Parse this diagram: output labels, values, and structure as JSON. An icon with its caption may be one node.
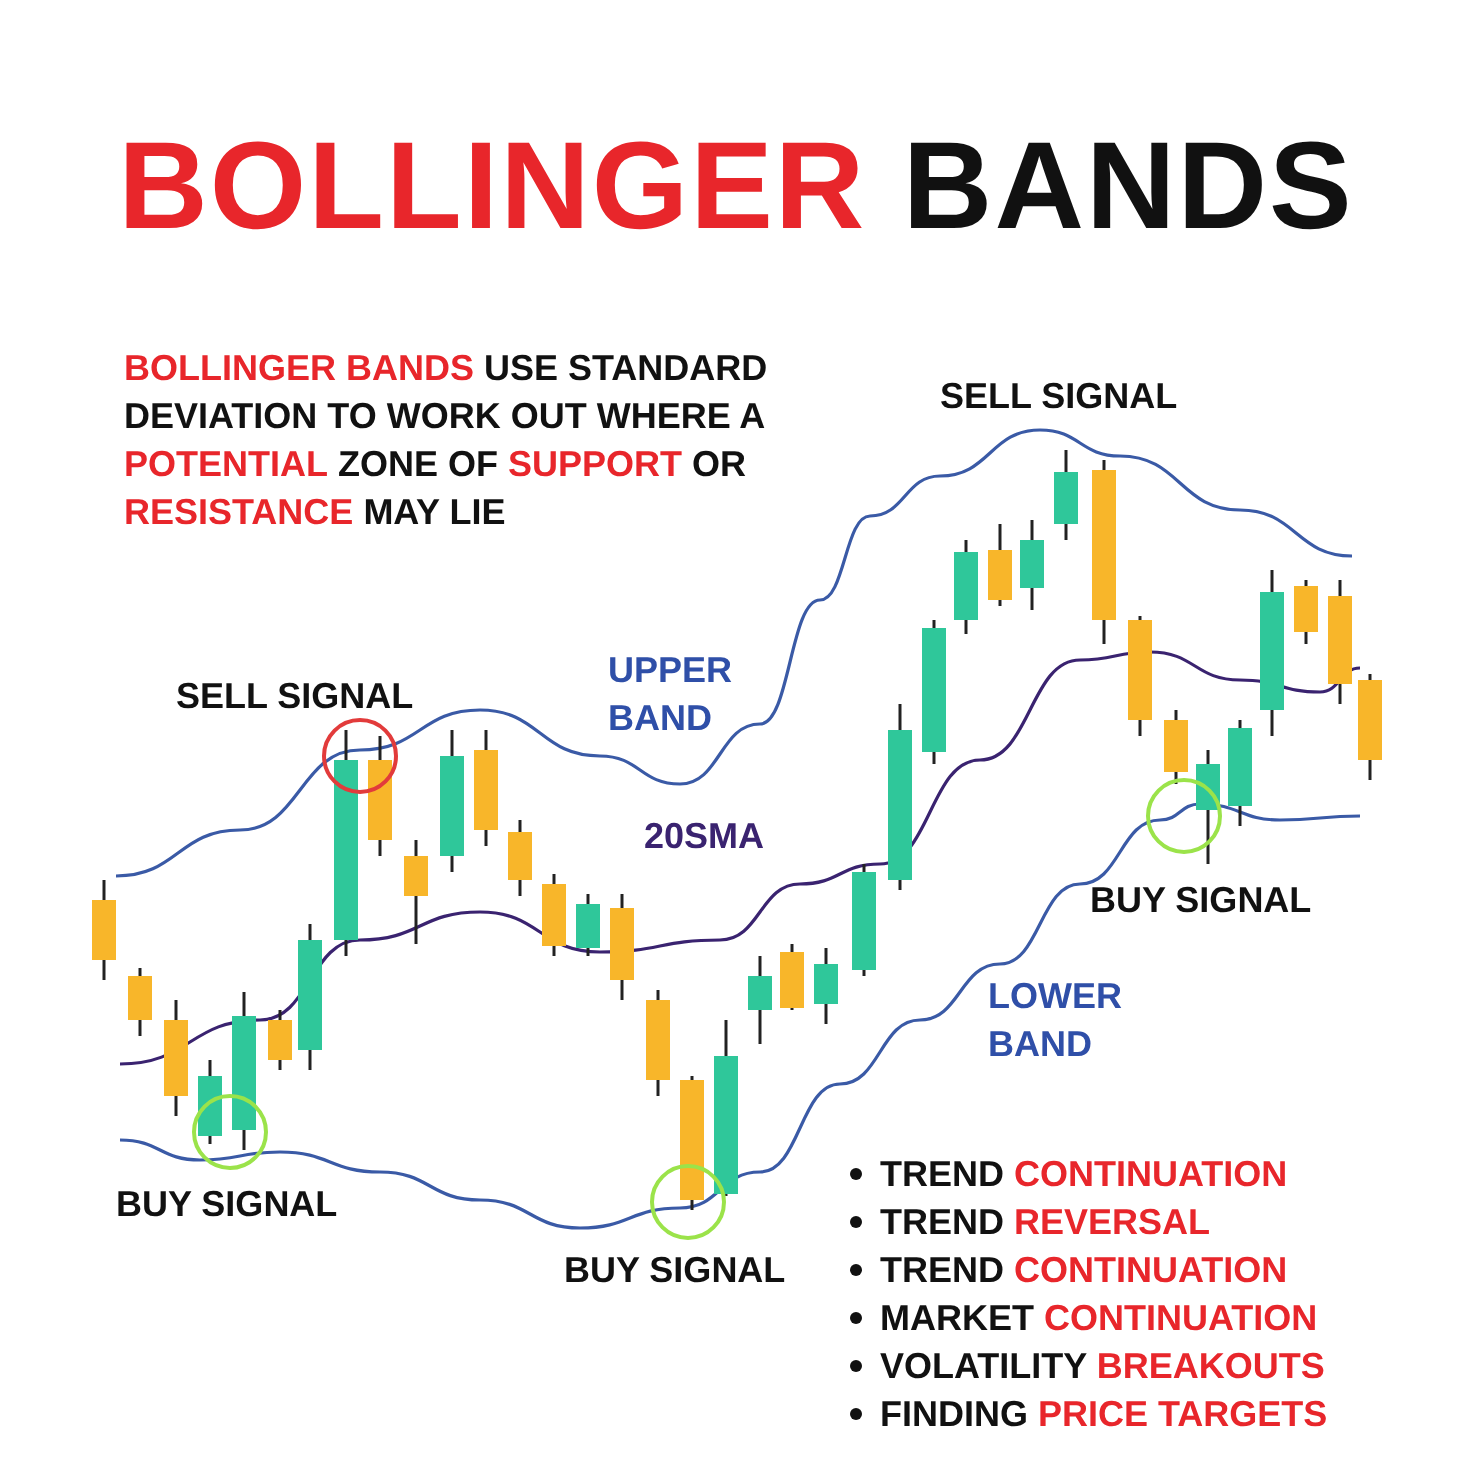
{
  "diagram": {
    "title": "**BOLLINGER** BANDS",
    "labels": [
      "**BOLLINGER BANDS** USE STANDARD DEVIATION TO WORK OUT WHERE A **POTENTIAL** ZONE OF **SUPPORT** OR **RESISTANCE** MAY LIE",
      "SELL SIGNAL",
      "UPPER BAND",
      "SELL SIGNAL",
      "20SMA",
      "BUY SIGNAL",
      "LOWER BAND",
      "BUY SIGNAL",
      "BUY SIGNAL",
      "TREND **CONTINUATION**",
      "TREND **REVERSAL**",
      "TREND **CONTINUATION**",
      "MARKET **CONTINUATION**",
      "VOLATILITY **BREAKOUTS**",
      "FINDING **PRICE TARGETS**"
    ]
  }
}
